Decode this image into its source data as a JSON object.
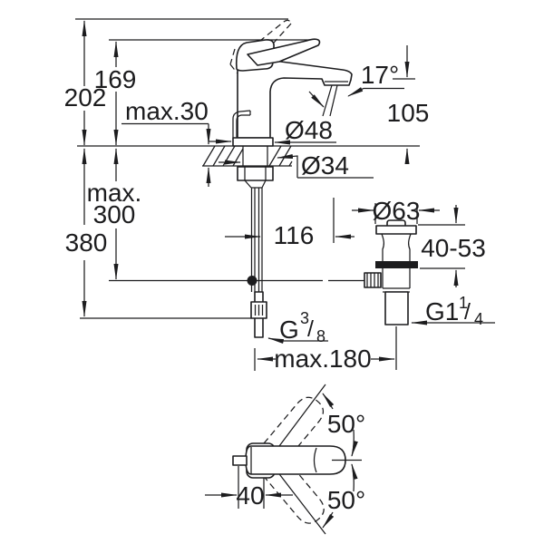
{
  "figure": {
    "line_color": "#1c1c1e",
    "background": "#ffffff"
  },
  "front_view": {
    "height_overall": "202",
    "height_to_lever": "169",
    "deck_thickness": "max.30",
    "spout_angle": "17°",
    "spout_outlet_height": "105",
    "base_diameter": "Ø48",
    "hole_diameter": "Ø34",
    "below_deck_max_line1": "max.",
    "below_deck_max_line2": "300",
    "below_deck_total": "380",
    "spout_reach": "116",
    "waste_flange_diameter": "Ø63",
    "clamping_range": "40-53",
    "hose_length_max": "max.180",
    "waste_thread": {
      "base": "G1",
      "sup": "1",
      "slash": "/",
      "sub": "4"
    },
    "supply_thread": {
      "base": "G",
      "sup": "3",
      "slash": "/",
      "sub": "8"
    }
  },
  "top_view": {
    "swing_angle_top": "50°",
    "swing_angle_bottom": "50°",
    "handle_offset": "40"
  }
}
